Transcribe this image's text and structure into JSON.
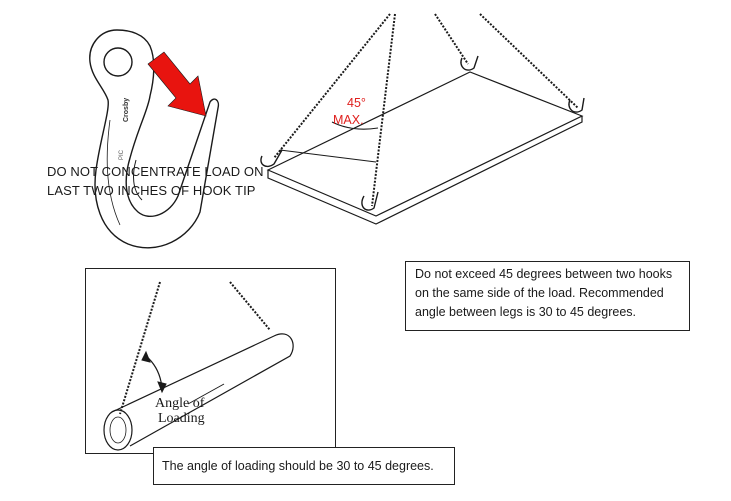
{
  "hook": {
    "warning_line1": "DO NOT CONCENTRATE LOAD ON",
    "warning_line2": "LAST TWO INCHES OF HOOK TIP",
    "engraving_brand": "Crosby",
    "engraving_code": "PIC"
  },
  "sling": {
    "angle_value": "45°",
    "angle_qualifier": "MAX."
  },
  "limit_note": {
    "text": "Do not exceed 45 degrees between two hooks on the same side of the load. Recommended angle between legs is 30 to 45 degrees."
  },
  "pipe": {
    "label_line1": "Angle of",
    "label_line2": "Loading"
  },
  "loading_note": {
    "text": "The angle of loading should be 30 to 45 degrees."
  },
  "colors": {
    "arrow": "#e8140f",
    "angle_text": "#e0201e",
    "ink": "#1a1a1a"
  }
}
